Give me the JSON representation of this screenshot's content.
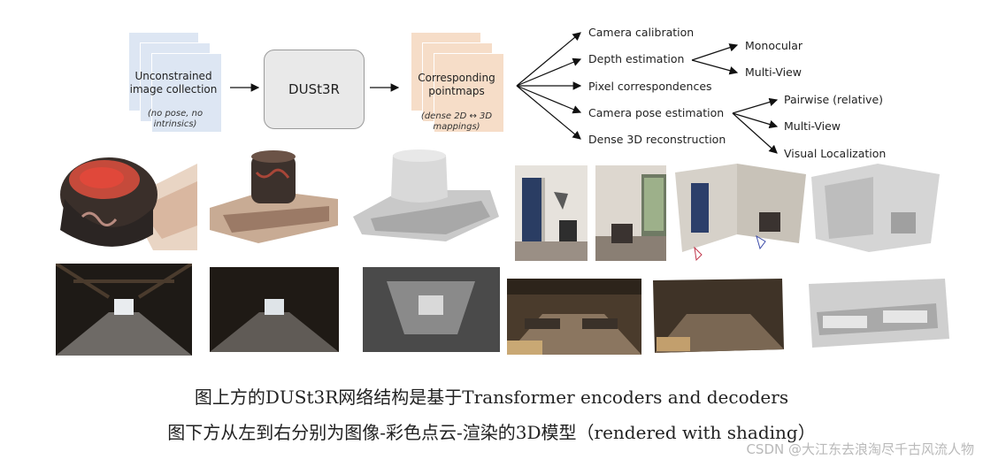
{
  "pipeline": {
    "input_label": "Unconstrained image collection",
    "input_note": "(no pose, no intrinsics)",
    "model_label": "DUSt3R",
    "output_label": "Corresponding pointmaps",
    "output_note": "(dense 2D ↔ 3D mappings)"
  },
  "tasks": {
    "camera_calibration": "Camera calibration",
    "depth_estimation": "Depth estimation",
    "monocular": "Monocular",
    "multi_view_depth": "Multi-View",
    "pixel_correspondences": "Pixel correspondences",
    "camera_pose_estimation": "Camera pose estimation",
    "pairwise": "Pairwise (relative)",
    "multi_view_pose": "Multi-View",
    "visual_localization": "Visual Localization",
    "dense_reconstruction": "Dense 3D reconstruction"
  },
  "captions": {
    "line1": "图上方的DUSt3R网络结构是基于Transformer encoders and decoders",
    "line2": "图下方从左到右分别为图像-彩色点云-渲染的3D模型（rendered with shading）"
  },
  "watermark": "CSDN @大江东去浪淘尽千古风流人物",
  "icons": {
    "arrow": "arrow-right-icon"
  }
}
